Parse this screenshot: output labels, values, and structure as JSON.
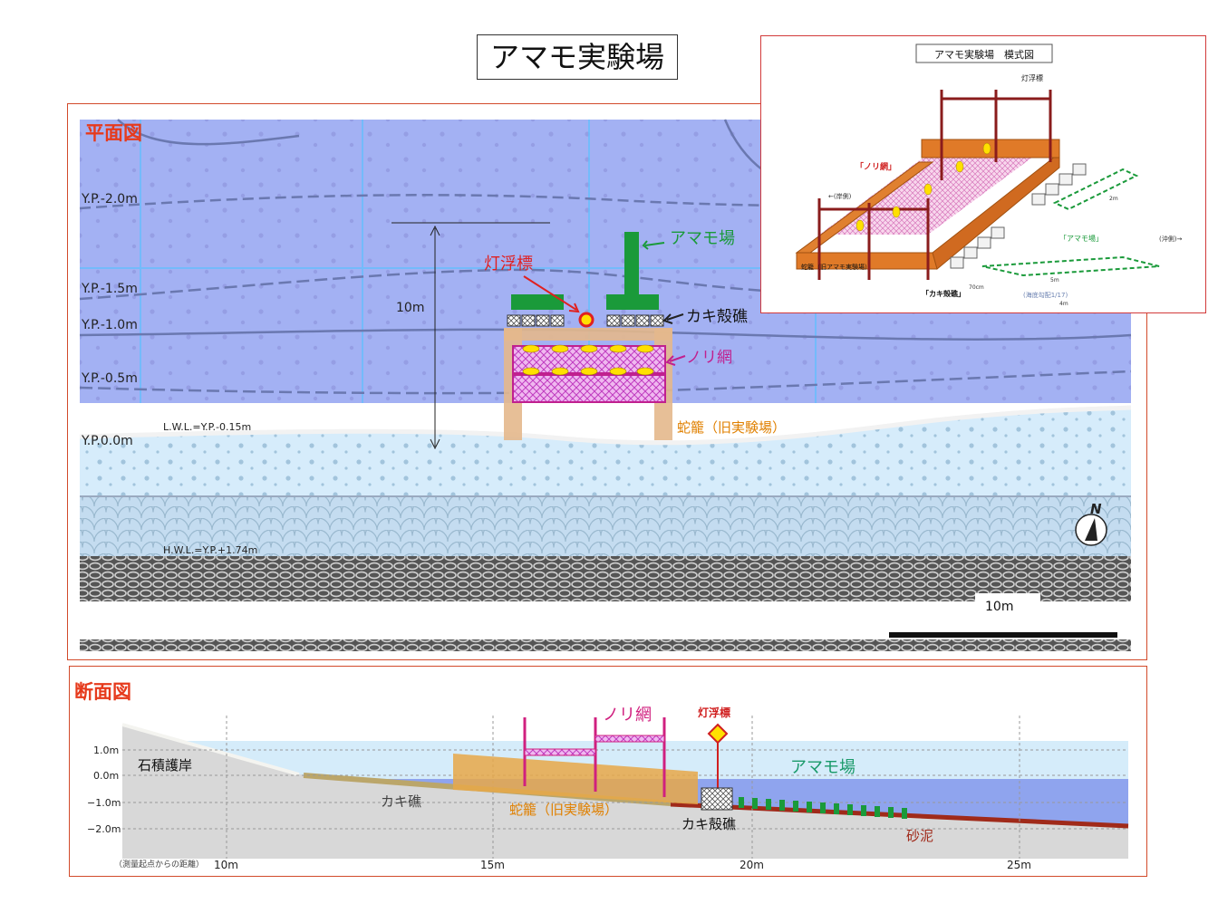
{
  "title": "アマモ実験場",
  "plan": {
    "heading": "平面図",
    "contours": [
      "Y.P.-2.0m",
      "Y.P.-1.5m",
      "Y.P.-1.0m",
      "Y.P.-0.5m",
      "Y.P.0.0m"
    ],
    "lwl": "L.W.L.=Y.P.-0.15m",
    "hwl": "H.W.L.=Y.P.+1.74m",
    "dim_label": "10m",
    "labels": {
      "amamo": "アマモ場",
      "buoy": "灯浮標",
      "oyster": "カキ殻礁",
      "nori": "ノリ網",
      "gabion": "蛇籠（旧実験場）"
    },
    "north": "N",
    "scale_label": "10m"
  },
  "inset": {
    "title": "アマモ実験場　模式図",
    "buoy": "灯浮標",
    "nori": "「ノリ網」",
    "land_side": "←(岸側)",
    "offshore": "(沖側)→",
    "amamo": "「アマモ場」",
    "gabion": "蛇籠（旧アマモ実験場）",
    "oyster": "「カキ殻礁」",
    "slope": "(海底勾配1/17)",
    "dim_70cm": "70cm",
    "dim_2m": "2m",
    "dim_5m": "5m",
    "dim_4m": "4m"
  },
  "section": {
    "heading": "断面図",
    "y_ticks": [
      "1.0m",
      "0.0m",
      "−1.0m",
      "−2.0m"
    ],
    "x_ticks": [
      "10m",
      "15m",
      "20m",
      "25m"
    ],
    "x_note": "（測量起点からの距離）",
    "labels": {
      "seawall": "石積護岸",
      "oyster_reef": "カキ礁",
      "nori": "ノリ網",
      "buoy": "灯浮標",
      "amamo": "アマモ場",
      "gabion": "蛇籠（旧実験場）",
      "oyster_shell": "カキ殻礁",
      "sand": "砂泥"
    }
  }
}
